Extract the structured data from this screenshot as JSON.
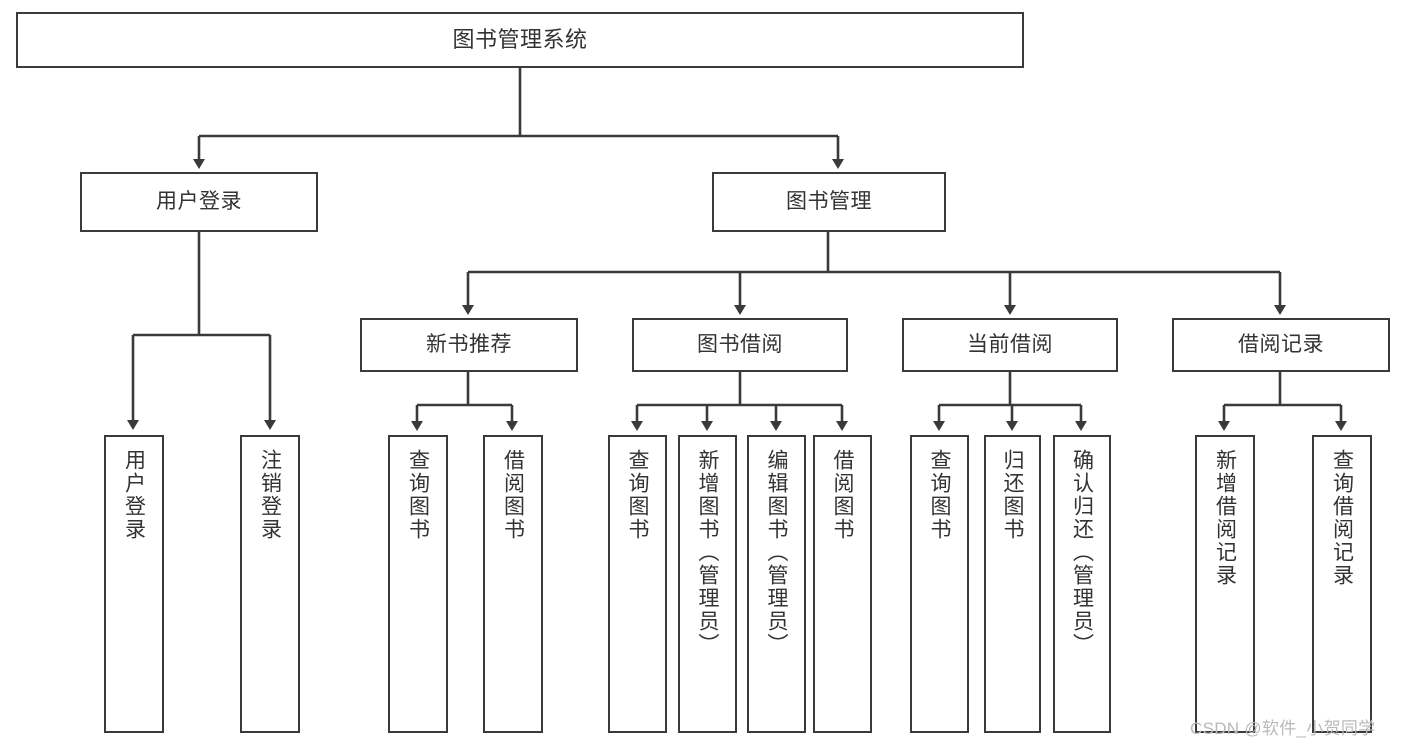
{
  "diagram": {
    "title": "图书管理系统",
    "type": "hierarchy-tree",
    "background_color": "#ffffff",
    "box_border_color": "#3a3a3a",
    "text_color": "#333333",
    "edge_color": "#3a3a3a"
  },
  "nodes": {
    "root": {
      "label": "图书管理系统",
      "level": 1
    },
    "level2": [
      {
        "label": "用户登录",
        "level": 2
      },
      {
        "label": "图书管理",
        "level": 2
      }
    ],
    "level3": [
      {
        "label": "新书推荐",
        "level": 3,
        "parent": "图书管理"
      },
      {
        "label": "图书借阅",
        "level": 3,
        "parent": "图书管理"
      },
      {
        "label": "当前借阅",
        "level": 3,
        "parent": "图书管理"
      },
      {
        "label": "借阅记录",
        "level": 3,
        "parent": "图书管理"
      }
    ],
    "leaves": [
      {
        "label": "用户登录",
        "parent": "用户登录"
      },
      {
        "label": "注销登录",
        "parent": "用户登录"
      },
      {
        "label": "查询图书",
        "parent": "新书推荐"
      },
      {
        "label": "借阅图书",
        "parent": "新书推荐"
      },
      {
        "label": "查询图书",
        "parent": "图书借阅"
      },
      {
        "label": "新增图书（管理员）",
        "parent": "图书借阅"
      },
      {
        "label": "编辑图书（管理员）",
        "parent": "图书借阅"
      },
      {
        "label": "借阅图书",
        "parent": "图书借阅"
      },
      {
        "label": "查询图书",
        "parent": "当前借阅"
      },
      {
        "label": "归还图书",
        "parent": "当前借阅"
      },
      {
        "label": "确认归还（管理员）",
        "parent": "当前借阅"
      },
      {
        "label": "新增借阅记录",
        "parent": "借阅记录"
      },
      {
        "label": "查询借阅记录",
        "parent": "借阅记录"
      }
    ]
  },
  "watermark": {
    "text": "CSDN @软件_小贺同学"
  }
}
